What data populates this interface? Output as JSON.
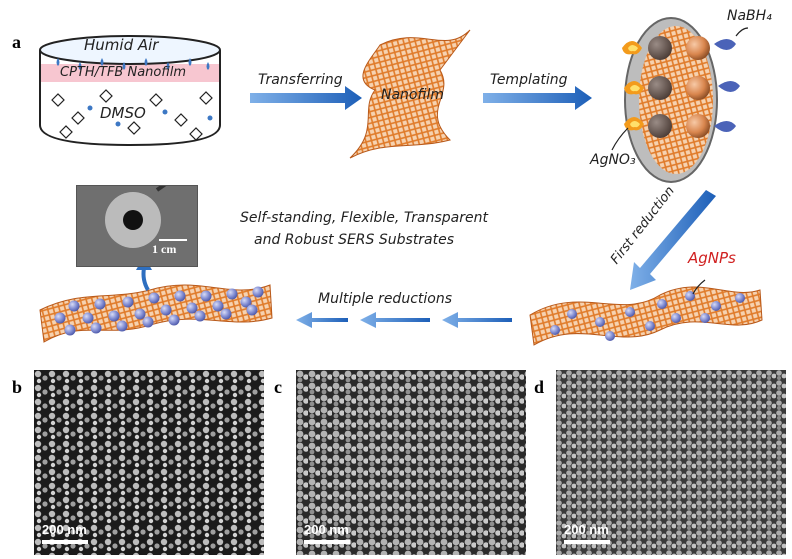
{
  "panels": {
    "a": "a",
    "b": "b",
    "c": "c",
    "d": "d"
  },
  "beaker": {
    "label_air": "Humid Air",
    "label_film": "CPTH/TFB Nanofilm",
    "label_solvent": "DMSO"
  },
  "steps": {
    "transfer": "Transferring",
    "nanofilm": "Nanofilm",
    "templating": "Templating",
    "first_reduction": "First reduction",
    "multiple_reductions": "Multiple reductions"
  },
  "chem": {
    "nabh4": "NaBH₄",
    "agno3": "AgNO₃",
    "agnps": "AgNPs"
  },
  "caption": {
    "line1": "Self-standing, Flexible, Transparent",
    "line2": "and Robust SERS Substrates"
  },
  "photo": {
    "scale": "1 cm"
  },
  "sem_scale": {
    "b": "200 nm",
    "c": "200 nm",
    "d": "200 nm"
  },
  "colors": {
    "mesh": "#e07b2a",
    "arrow": "#2e6fc0",
    "particle": "#7f8fd6",
    "ag_text": "#d02020"
  }
}
